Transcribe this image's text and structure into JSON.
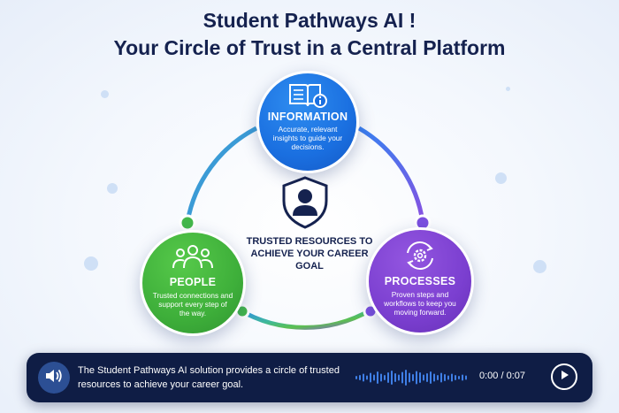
{
  "header": {
    "line1": "Student Pathways AI !",
    "line2": "Your Circle of Trust in a Central Platform"
  },
  "nodes": {
    "information": {
      "title": "INFORMATION",
      "text": "Accurate, relevant insights to guide your decisions.",
      "icon": "book-info-icon",
      "color": "#1a6fe0"
    },
    "people": {
      "title": "PEOPLE",
      "text": "Trusted connections and support every step of the way.",
      "icon": "people-group-icon",
      "color": "#3eaf3a"
    },
    "processes": {
      "title": "PROCESSES",
      "text": "Proven steps and workflows to keep you moving forward.",
      "icon": "gear-cycle-icon",
      "color": "#7b3fd0"
    }
  },
  "center": {
    "icon": "shield-person-icon",
    "text": "TRUSTED RESOURCES TO ACHIEVE YOUR CAREER GOAL"
  },
  "audio_player": {
    "caption": "The Student Pathways AI solution provides a circle of trusted resources to achieve your career goal.",
    "time": "0:00 / 0:07",
    "speaker_icon": "speaker-icon",
    "play_icon": "play-icon",
    "background": "#0f1d45"
  }
}
